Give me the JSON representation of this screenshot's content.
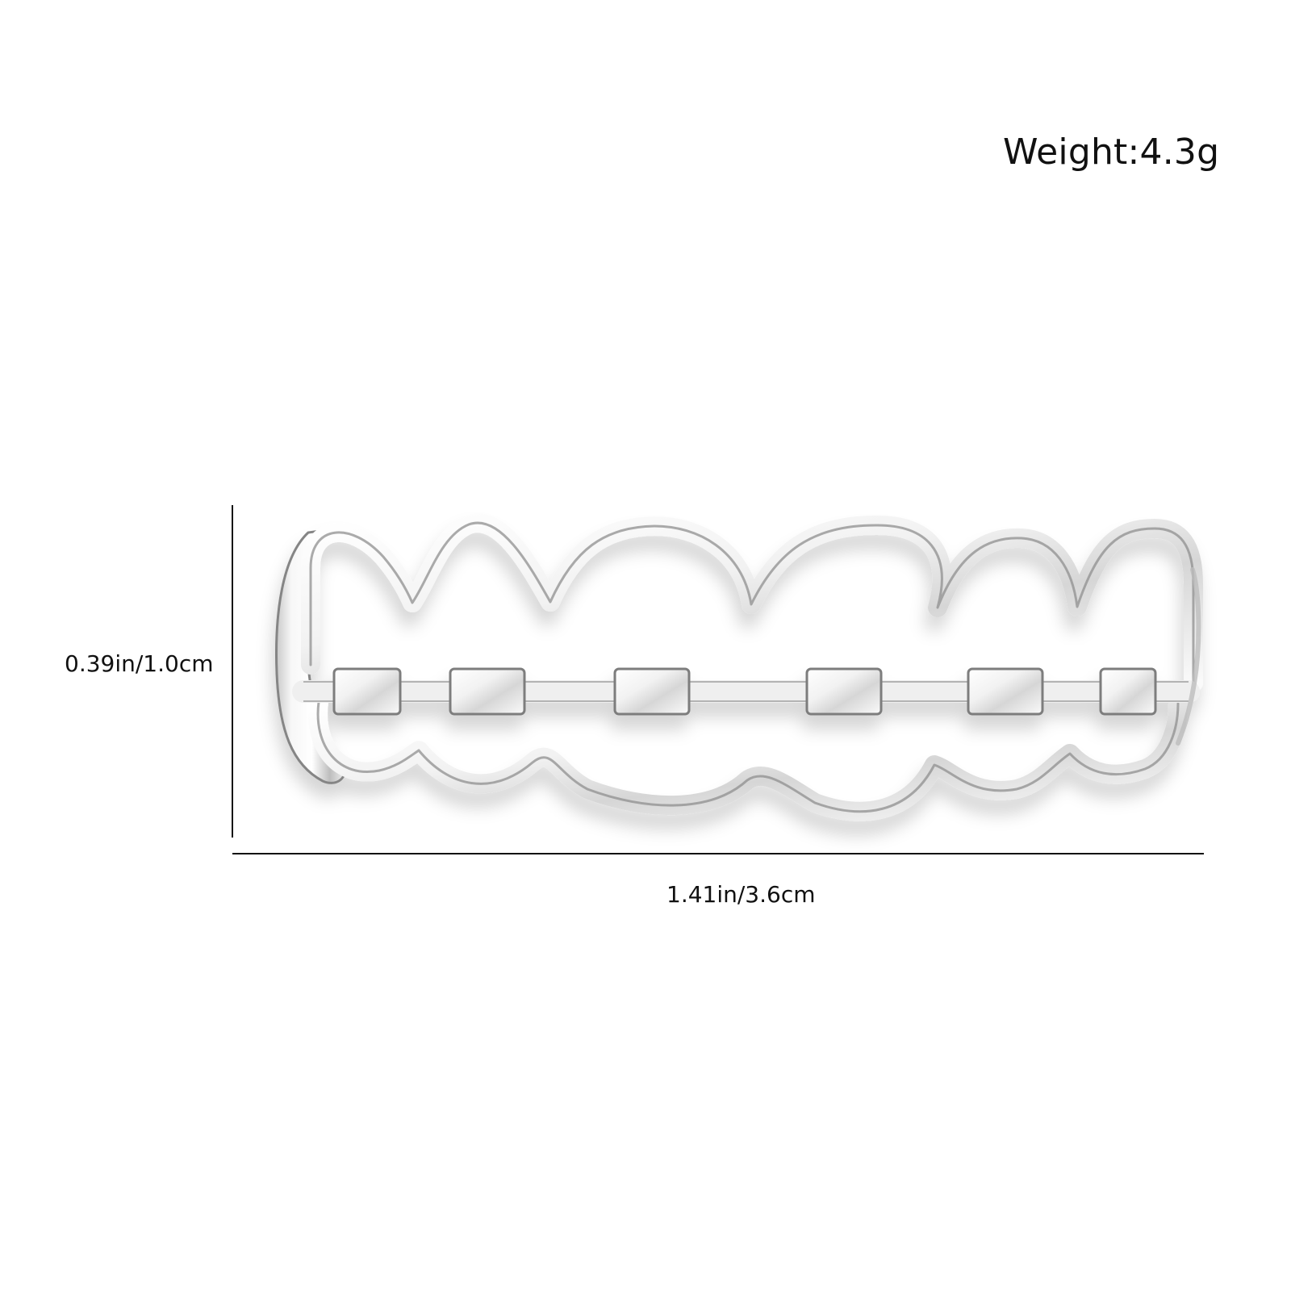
{
  "product": {
    "weight_label": "Weight:4.3g",
    "height_label": "0.39in/1.0cm",
    "width_label": "1.41in/3.6cm"
  },
  "colors": {
    "background": "#ffffff",
    "text": "#111111",
    "metal_light": "#f7f7f7",
    "metal_mid": "#d8d8d8",
    "metal_dark": "#9a9a9a",
    "dimension_line": "#111111"
  },
  "icons": {
    "grillz": "silver-braces-grillz-icon"
  }
}
